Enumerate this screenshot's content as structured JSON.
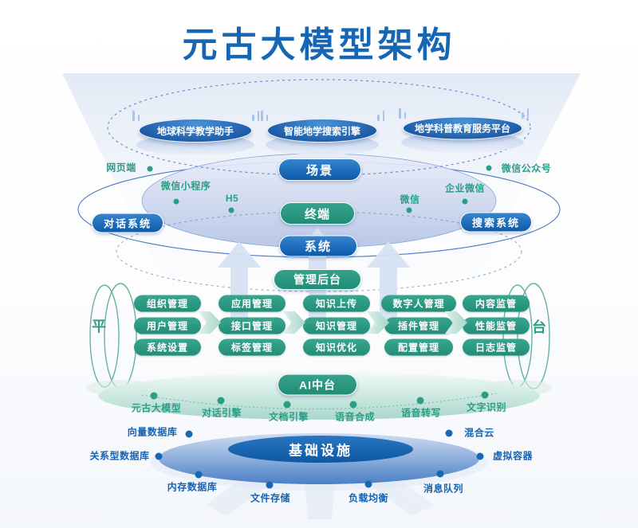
{
  "title": "元古大模型架构",
  "colors": {
    "title_blue": "#1566b4",
    "pill_blue": "#0d5aa9",
    "pill_teal": "#2f9e88",
    "label_teal": "#2b9e87",
    "label_blue": "#1563b2"
  },
  "apps": {
    "items": [
      "地球科学教学助手",
      "智能地学搜索引擎",
      "地学科普教育服务平台"
    ]
  },
  "layers": {
    "scene": "场景",
    "terminal": "终端",
    "system": "系统",
    "admin": "管理后台",
    "ai_mid": "AI中台",
    "infra": "基础设施"
  },
  "side_pills": {
    "left": "对话系统",
    "right": "搜索系统"
  },
  "platform_chars": {
    "left": "平",
    "right": "台"
  },
  "terminal_nodes": {
    "items": [
      "网页端",
      "微信小程序",
      "H5",
      "微信",
      "企业微信",
      "微信公众号"
    ]
  },
  "admin_grid": {
    "columns": [
      [
        "组织管理",
        "用户管理",
        "系统设置"
      ],
      [
        "应用管理",
        "接口管理",
        "标签管理"
      ],
      [
        "知识上传",
        "知识管理",
        "知识优化"
      ],
      [
        "数字人管理",
        "插件管理",
        "配置管理"
      ],
      [
        "内容监管",
        "性能监管",
        "日志监管"
      ]
    ]
  },
  "ai_services": {
    "items": [
      "元古大模型",
      "对话引擎",
      "文档引擎",
      "语音合成",
      "语音转写",
      "文字识别"
    ]
  },
  "infra_nodes": {
    "items": [
      "向量数据库",
      "混合云",
      "关系型数据库",
      "虚拟容器",
      "内存数据库",
      "文件存储",
      "负载均衡",
      "消息队列"
    ]
  }
}
